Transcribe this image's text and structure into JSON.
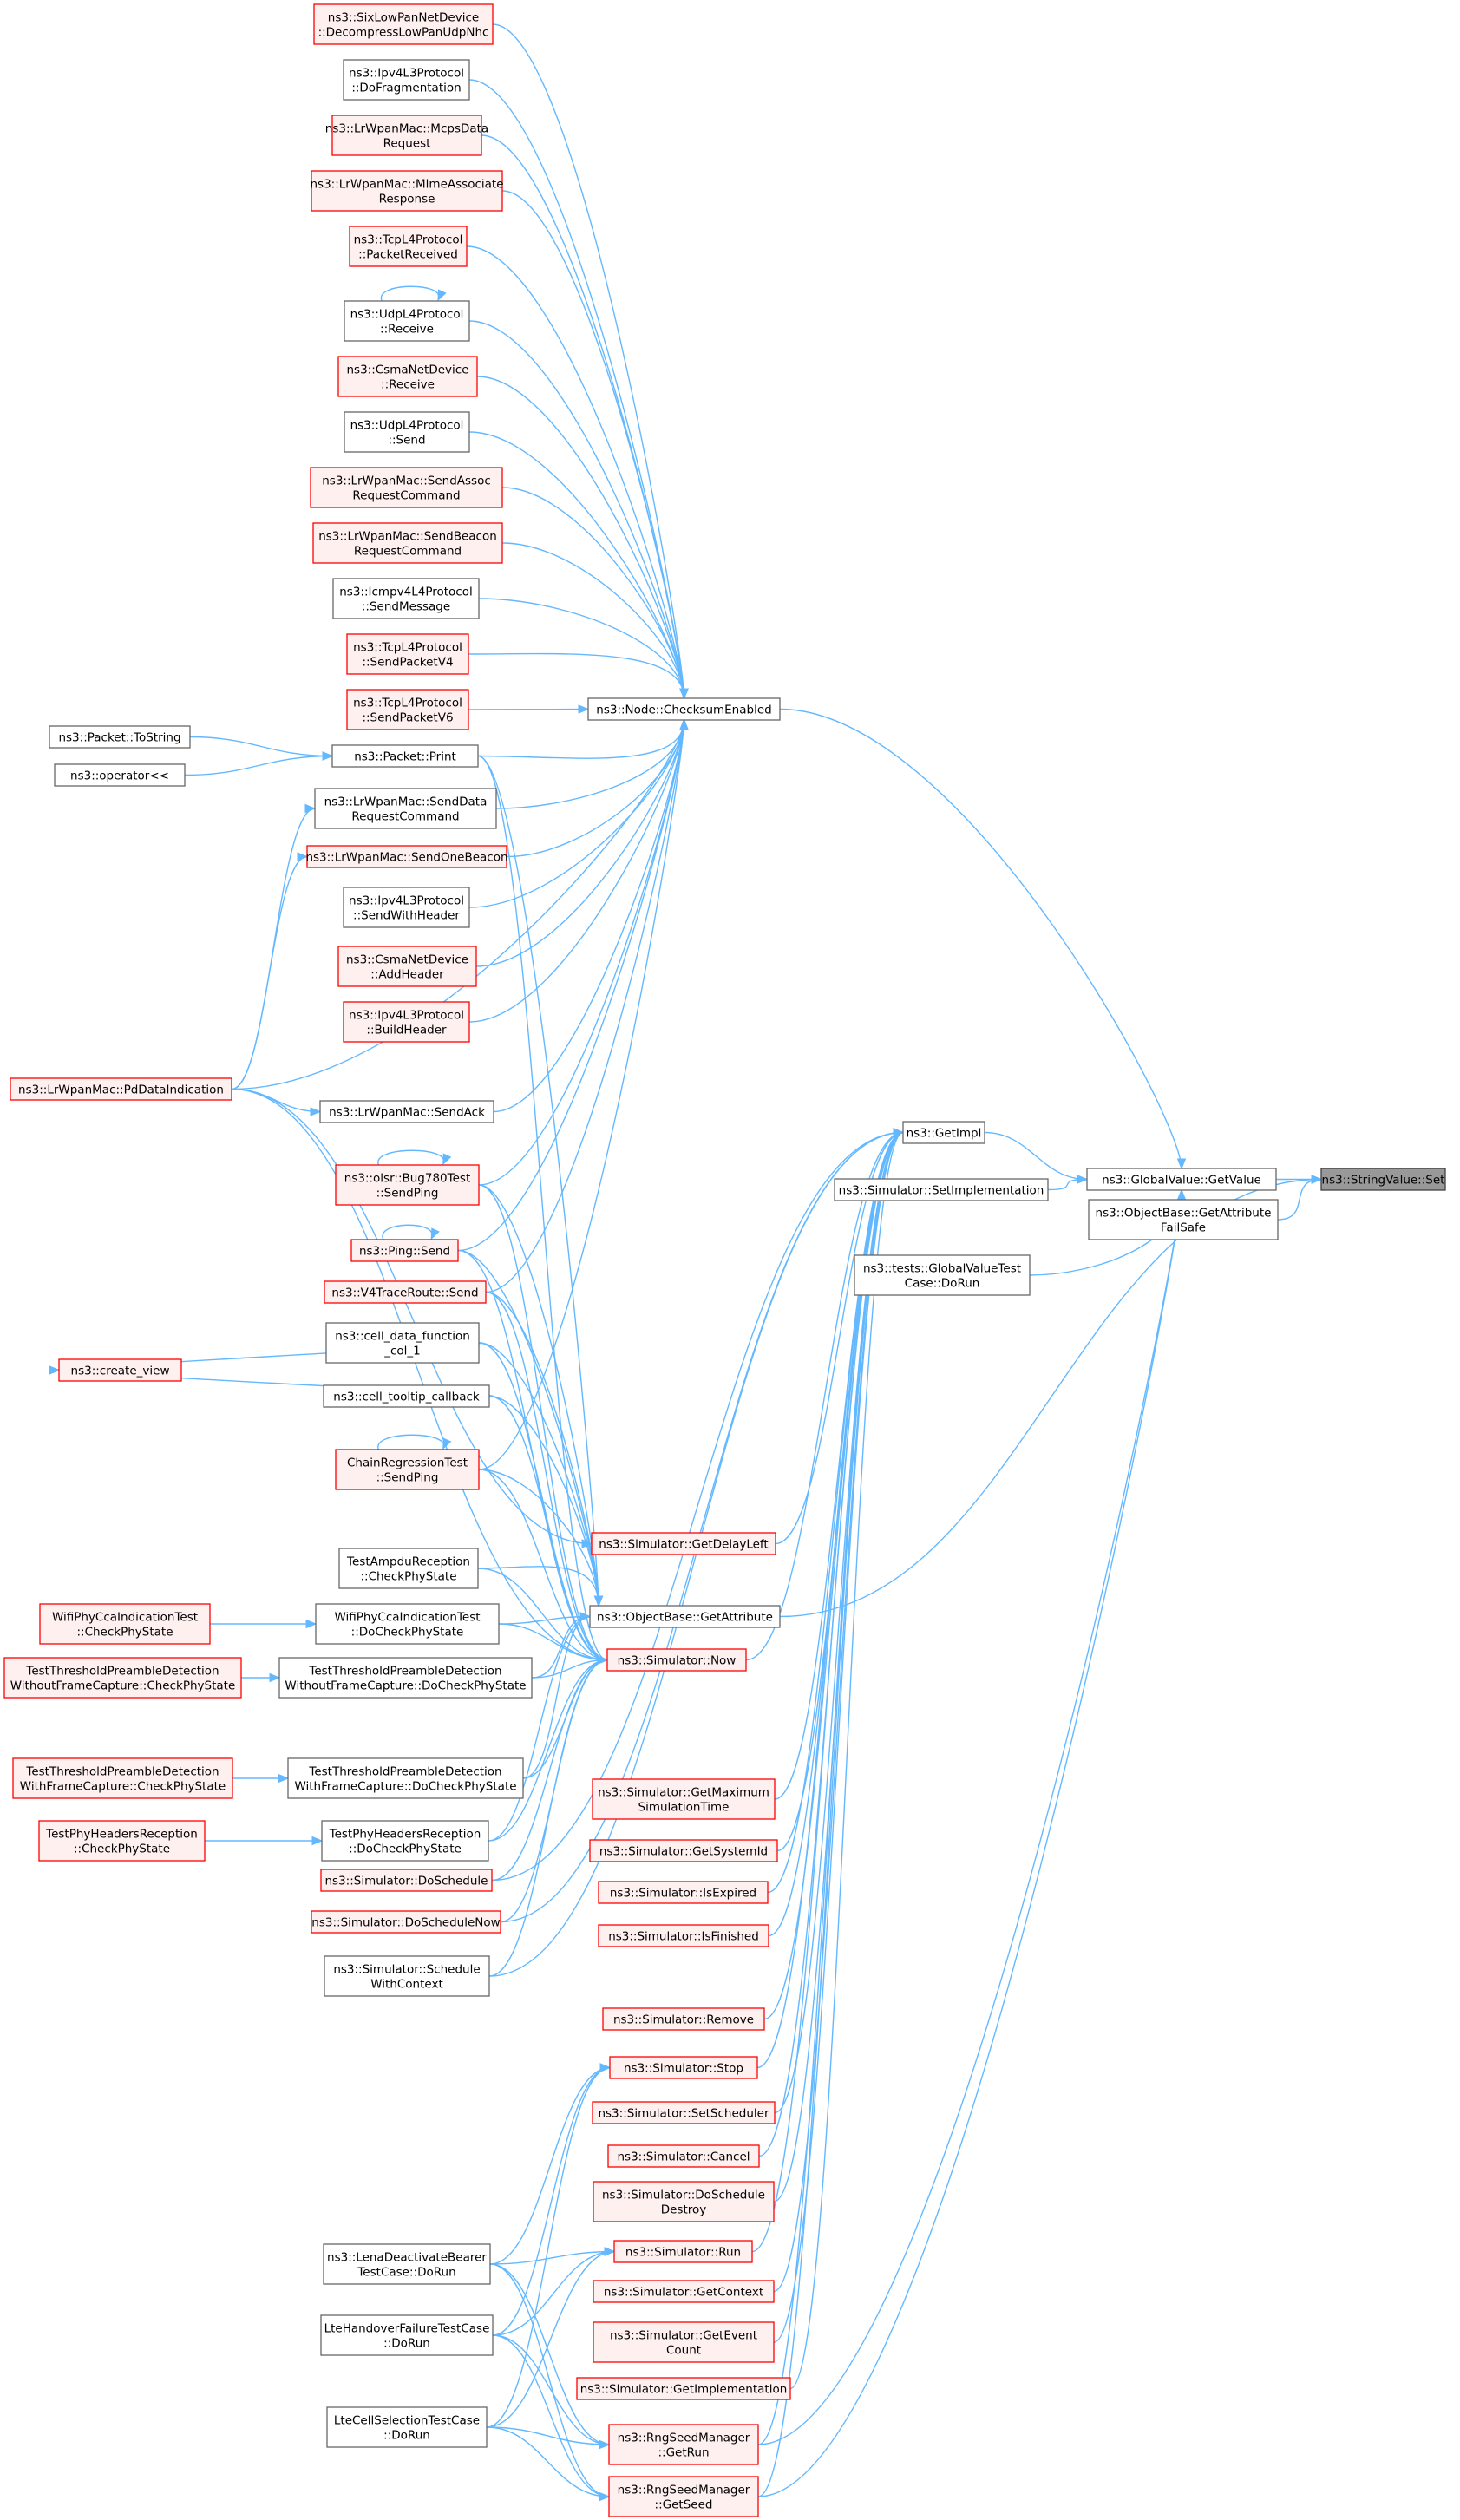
{
  "colors": {
    "edge": "#63b8ff",
    "border_linked": "#666666",
    "fill_linked": "#ffffff",
    "border_truncated": "#ff0000",
    "fill_truncated": "#fff0f0",
    "border_root": "#404040",
    "fill_root": "#999999"
  },
  "nodes": [
    {
      "id": "root",
      "kind": "root",
      "lines": [
        "ns3::StringValue::Set"
      ]
    },
    {
      "id": "gv_getvalue",
      "kind": "linked",
      "lines": [
        "ns3::GlobalValue::GetValue"
      ]
    },
    {
      "id": "getattr_failsafe",
      "kind": "linked",
      "lines": [
        "ns3::ObjectBase::GetAttribute",
        "FailSafe"
      ]
    },
    {
      "id": "getimpl",
      "kind": "linked",
      "lines": [
        "ns3::GetImpl"
      ]
    },
    {
      "id": "set_impl",
      "kind": "linked",
      "lines": [
        "ns3::Simulator::SetImplementation"
      ]
    },
    {
      "id": "gvtest",
      "kind": "linked",
      "lines": [
        "ns3::tests::GlobalValueTest",
        "Case::DoRun"
      ]
    },
    {
      "id": "checksum",
      "kind": "linked",
      "lines": [
        "ns3::Node::ChecksumEnabled"
      ]
    },
    {
      "id": "sixlowpan",
      "kind": "truncated",
      "lines": [
        "ns3::SixLowPanNetDevice",
        "::DecompressLowPanUdpNhc"
      ]
    },
    {
      "id": "ipv4_frag",
      "kind": "linked",
      "lines": [
        "ns3::Ipv4L3Protocol",
        "::DoFragmentation"
      ]
    },
    {
      "id": "mcps",
      "kind": "truncated",
      "lines": [
        "ns3::LrWpanMac::McpsData",
        "Request"
      ]
    },
    {
      "id": "mlme",
      "kind": "truncated",
      "lines": [
        "ns3::LrWpanMac::MlmeAssociate",
        "Response"
      ]
    },
    {
      "id": "tcp_recv",
      "kind": "truncated",
      "lines": [
        "ns3::TcpL4Protocol",
        "::PacketReceived"
      ]
    },
    {
      "id": "udp_recv",
      "kind": "linked",
      "lines": [
        "ns3::UdpL4Protocol",
        "::Receive"
      ]
    },
    {
      "id": "csma_recv",
      "kind": "truncated",
      "lines": [
        "ns3::CsmaNetDevice",
        "::Receive"
      ]
    },
    {
      "id": "udp_send",
      "kind": "linked",
      "lines": [
        "ns3::UdpL4Protocol",
        "::Send"
      ]
    },
    {
      "id": "assoc",
      "kind": "truncated",
      "lines": [
        "ns3::LrWpanMac::SendAssoc",
        "RequestCommand"
      ]
    },
    {
      "id": "beaconreq",
      "kind": "truncated",
      "lines": [
        "ns3::LrWpanMac::SendBeacon",
        "RequestCommand"
      ]
    },
    {
      "id": "icmp",
      "kind": "linked",
      "lines": [
        "ns3::Icmpv4L4Protocol",
        "::SendMessage"
      ]
    },
    {
      "id": "tcp_v4",
      "kind": "truncated",
      "lines": [
        "ns3::TcpL4Protocol",
        "::SendPacketV4"
      ]
    },
    {
      "id": "tcp_v6",
      "kind": "truncated",
      "lines": [
        "ns3::TcpL4Protocol",
        "::SendPacketV6"
      ]
    },
    {
      "id": "tostring",
      "kind": "linked",
      "lines": [
        "ns3::Packet::ToString"
      ]
    },
    {
      "id": "operator",
      "kind": "linked",
      "lines": [
        "ns3::operator<<"
      ]
    },
    {
      "id": "print",
      "kind": "linked",
      "lines": [
        "ns3::Packet::Print"
      ]
    },
    {
      "id": "datareq",
      "kind": "linked",
      "lines": [
        "ns3::LrWpanMac::SendData",
        "RequestCommand"
      ]
    },
    {
      "id": "onebeacon",
      "kind": "truncated",
      "lines": [
        "ns3::LrWpanMac::SendOneBeacon"
      ]
    },
    {
      "id": "ipv4_sendhdr",
      "kind": "linked",
      "lines": [
        "ns3::Ipv4L3Protocol",
        "::SendWithHeader"
      ]
    },
    {
      "id": "csma_addhdr",
      "kind": "truncated",
      "lines": [
        "ns3::CsmaNetDevice",
        "::AddHeader"
      ]
    },
    {
      "id": "ipv4_build",
      "kind": "truncated",
      "lines": [
        "ns3::Ipv4L3Protocol",
        "::BuildHeader"
      ]
    },
    {
      "id": "pdind",
      "kind": "truncated",
      "lines": [
        "ns3::LrWpanMac::PdDataIndication"
      ]
    },
    {
      "id": "sendack",
      "kind": "linked",
      "lines": [
        "ns3::LrWpanMac::SendAck"
      ]
    },
    {
      "id": "bug780",
      "kind": "truncated",
      "lines": [
        "ns3::olsr::Bug780Test",
        "::SendPing"
      ]
    },
    {
      "id": "pingsend",
      "kind": "truncated",
      "lines": [
        "ns3::Ping::Send"
      ]
    },
    {
      "id": "v4trace",
      "kind": "truncated",
      "lines": [
        "ns3::V4TraceRoute::Send"
      ]
    },
    {
      "id": "cellcol",
      "kind": "linked",
      "lines": [
        "ns3::cell_data_function",
        "_col_1"
      ]
    },
    {
      "id": "createview",
      "kind": "truncated",
      "lines": [
        "ns3::create_view"
      ]
    },
    {
      "id": "celltip",
      "kind": "linked",
      "lines": [
        "ns3::cell_tooltip_callback"
      ]
    },
    {
      "id": "chainreg",
      "kind": "truncated",
      "lines": [
        "ChainRegressionTest",
        "::SendPing"
      ]
    },
    {
      "id": "getdelay",
      "kind": "truncated",
      "lines": [
        "ns3::Simulator::GetDelayLeft"
      ]
    },
    {
      "id": "ampdu",
      "kind": "linked",
      "lines": [
        "TestAmpduReception",
        "::CheckPhyState"
      ]
    },
    {
      "id": "getattr",
      "kind": "linked",
      "lines": [
        "ns3::ObjectBase::GetAttribute"
      ]
    },
    {
      "id": "wificca_chk",
      "kind": "truncated",
      "lines": [
        "WifiPhyCcaIndicationTest",
        "::CheckPhyState"
      ]
    },
    {
      "id": "wificca_do",
      "kind": "linked",
      "lines": [
        "WifiPhyCcaIndicationTest",
        "::DoCheckPhyState"
      ]
    },
    {
      "id": "now",
      "kind": "truncated",
      "lines": [
        "ns3::Simulator::Now"
      ]
    },
    {
      "id": "tpd_wo_chk",
      "kind": "truncated",
      "lines": [
        "TestThresholdPreambleDetection",
        "WithoutFrameCapture::CheckPhyState"
      ]
    },
    {
      "id": "tpd_wo_do",
      "kind": "linked",
      "lines": [
        "TestThresholdPreambleDetection",
        "WithoutFrameCapture::DoCheckPhyState"
      ]
    },
    {
      "id": "tpd_w_chk",
      "kind": "truncated",
      "lines": [
        "TestThresholdPreambleDetection",
        "WithFrameCapture::CheckPhyState"
      ]
    },
    {
      "id": "tpd_w_do",
      "kind": "linked",
      "lines": [
        "TestThresholdPreambleDetection",
        "WithFrameCapture::DoCheckPhyState"
      ]
    },
    {
      "id": "getmaxsim",
      "kind": "truncated",
      "lines": [
        "ns3::Simulator::GetMaximum",
        "SimulationTime"
      ]
    },
    {
      "id": "phyhdr_chk",
      "kind": "truncated",
      "lines": [
        "TestPhyHeadersReception",
        "::CheckPhyState"
      ]
    },
    {
      "id": "phyhdr_do",
      "kind": "linked",
      "lines": [
        "TestPhyHeadersReception",
        "::DoCheckPhyState"
      ]
    },
    {
      "id": "getsysid",
      "kind": "truncated",
      "lines": [
        "ns3::Simulator::GetSystemId"
      ]
    },
    {
      "id": "doschedule",
      "kind": "truncated",
      "lines": [
        "ns3::Simulator::DoSchedule"
      ]
    },
    {
      "id": "isexpired",
      "kind": "truncated",
      "lines": [
        "ns3::Simulator::IsExpired"
      ]
    },
    {
      "id": "doschednow",
      "kind": "truncated",
      "lines": [
        "ns3::Simulator::DoScheduleNow"
      ]
    },
    {
      "id": "isfinished",
      "kind": "truncated",
      "lines": [
        "ns3::Simulator::IsFinished"
      ]
    },
    {
      "id": "schedctx",
      "kind": "linked",
      "lines": [
        "ns3::Simulator::Schedule",
        "WithContext"
      ]
    },
    {
      "id": "remove",
      "kind": "truncated",
      "lines": [
        "ns3::Simulator::Remove"
      ]
    },
    {
      "id": "stop",
      "kind": "truncated",
      "lines": [
        "ns3::Simulator::Stop"
      ]
    },
    {
      "id": "setsched",
      "kind": "truncated",
      "lines": [
        "ns3::Simulator::SetScheduler"
      ]
    },
    {
      "id": "cancel",
      "kind": "truncated",
      "lines": [
        "ns3::Simulator::Cancel"
      ]
    },
    {
      "id": "dosched_destroy",
      "kind": "truncated",
      "lines": [
        "ns3::Simulator::DoSchedule",
        "Destroy"
      ]
    },
    {
      "id": "lena",
      "kind": "linked",
      "lines": [
        "ns3::LenaDeactivateBearer",
        "TestCase::DoRun"
      ]
    },
    {
      "id": "run",
      "kind": "truncated",
      "lines": [
        "ns3::Simulator::Run"
      ]
    },
    {
      "id": "getcontext",
      "kind": "truncated",
      "lines": [
        "ns3::Simulator::GetContext"
      ]
    },
    {
      "id": "ltehandover",
      "kind": "linked",
      "lines": [
        "LteHandoverFailureTestCase",
        "::DoRun"
      ]
    },
    {
      "id": "geteventcount",
      "kind": "truncated",
      "lines": [
        "ns3::Simulator::GetEvent",
        "Count"
      ]
    },
    {
      "id": "getimplementation",
      "kind": "truncated",
      "lines": [
        "ns3::Simulator::GetImplementation"
      ]
    },
    {
      "id": "ltecell",
      "kind": "linked",
      "lines": [
        "LteCellSelectionTestCase",
        "::DoRun"
      ]
    },
    {
      "id": "getrun",
      "kind": "truncated",
      "lines": [
        "ns3::RngSeedManager",
        "::GetRun"
      ]
    },
    {
      "id": "getseed",
      "kind": "truncated",
      "lines": [
        "ns3::RngSeedManager",
        "::GetSeed"
      ]
    }
  ]
}
